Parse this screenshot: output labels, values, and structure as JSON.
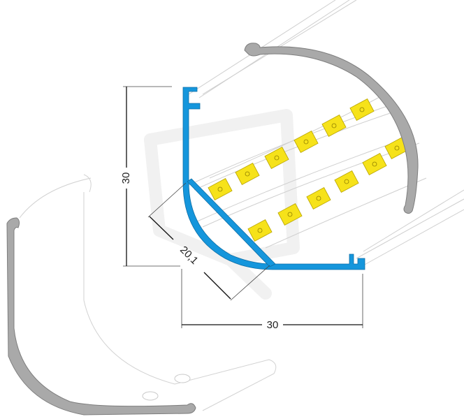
{
  "dimensions": {
    "height_label": "30",
    "width_label": "30",
    "diagonal_label": "20,1"
  },
  "colors": {
    "profile": "#1596dc",
    "diffuser": "#a9a9a9",
    "led": "#f6e21a"
  }
}
